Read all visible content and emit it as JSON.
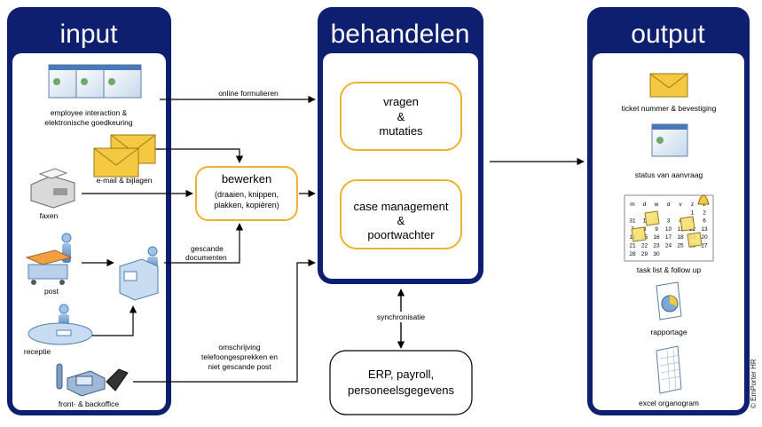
{
  "panels": {
    "input": "input",
    "process": "behandelen",
    "output": "output"
  },
  "inputs": {
    "employee": "employee interaction &",
    "employee2": "elektronische goedkeuring",
    "email": "e-mail & bijlagen",
    "fax": "faxen",
    "post": "post",
    "reception": "receptie",
    "frontback": "front- & backoffice"
  },
  "flows": {
    "online": "online formulieren",
    "scanned1": "gescande",
    "scanned2": "documenten",
    "phone1": "omschrijving",
    "phone2": "telefoongesprekken en",
    "phone3": "niet gescande post",
    "sync": "synchronisatie"
  },
  "edit_box": {
    "title": "bewerken",
    "line1": "(draaien, knippen,",
    "line2": "plakken, kopiëren)"
  },
  "process_boxes": {
    "q1": "vragen",
    "q2": "&",
    "q3": "mutaties",
    "c1": "case management",
    "c2": "&",
    "c3": "poortwachter"
  },
  "erp_box": {
    "l1": "ERP, payroll,",
    "l2": "personeelsgegevens"
  },
  "outputs": {
    "ticket": "ticket nummer & bevestiging",
    "status": "status van aanvraag",
    "tasks": "task list & follow up",
    "report": "rapportage",
    "excel": "excel organogram"
  },
  "calendar": {
    "days": [
      "m",
      "d",
      "w",
      "d",
      "v",
      "z",
      "z"
    ],
    "row1": [
      "",
      "",
      "",
      "",
      "",
      "1",
      "2"
    ],
    "row2": [
      "31",
      "1",
      "2",
      "3",
      "4",
      "5",
      "6"
    ],
    "row3": [
      "7",
      "8",
      "9",
      "10",
      "11",
      "12",
      "13"
    ],
    "row4": [
      "14",
      "15",
      "16",
      "17",
      "18",
      "19",
      "20"
    ],
    "row5": [
      "21",
      "22",
      "23",
      "24",
      "25",
      "26",
      "27"
    ],
    "row6": [
      "28",
      "29",
      "30",
      "",
      "",
      "",
      ""
    ]
  },
  "copyright": "© EmPorter HR",
  "colors": {
    "panel": "#0d1f6e",
    "box_border": "#f0b030",
    "envelope": "#f5c842"
  }
}
